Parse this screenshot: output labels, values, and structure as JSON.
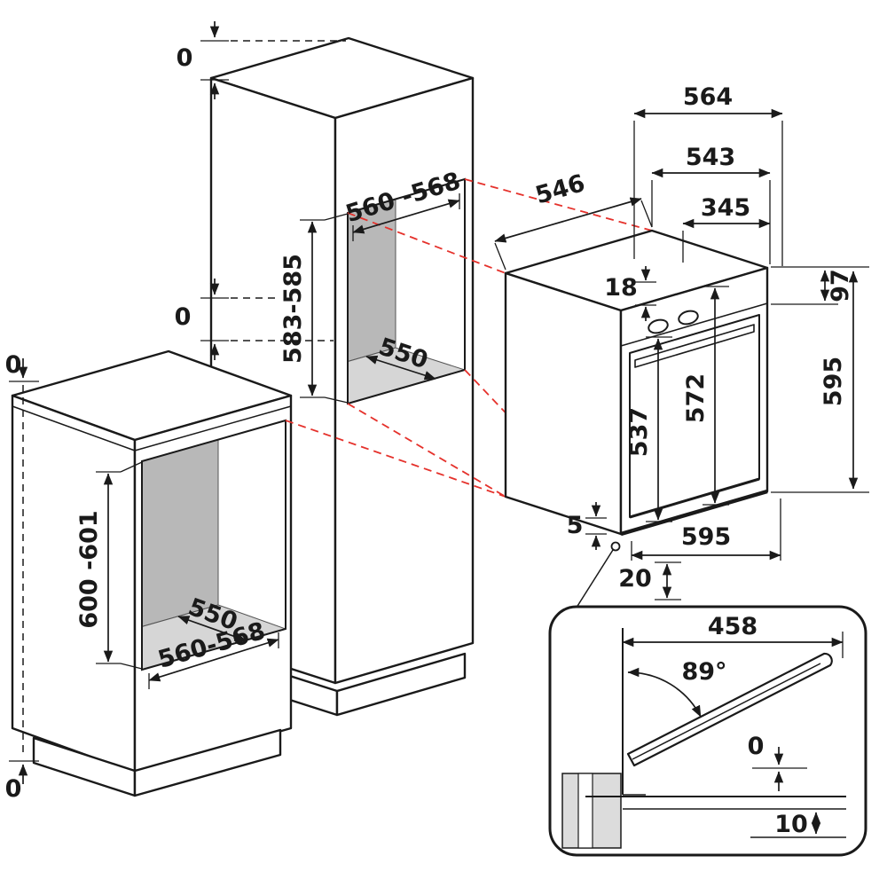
{
  "colors": {
    "line": "#1a1a1a",
    "red": "#e5312b",
    "niche_back": "#b8b8b8",
    "niche_wall": "#a2a2a2",
    "niche_ceiling": "#8f8f8f",
    "niche_floor": "#d6d6d6",
    "block": "#dcdcdc"
  },
  "labels": {
    "tall_cabinet": {
      "flush_top": "0",
      "flush_mid": "0",
      "niche_width": "560 -568",
      "niche_height": "583-585",
      "niche_depth": "550"
    },
    "base_cabinet": {
      "flush_top": "0",
      "flush_bottom": "0",
      "niche_depth": "550",
      "niche_height": "600 -601",
      "niche_width": "560-568"
    },
    "oven": {
      "depth_total": "564",
      "depth_body": "543",
      "depth_front": "345",
      "depth_side": "546",
      "panel_offset": "18",
      "panel_height": "97",
      "height_side": "595",
      "height_body": "537",
      "height_front": "572",
      "width_front": "595",
      "gap_front": "5",
      "clearance_bottom": "20"
    },
    "door_detail": {
      "door_width": "458",
      "opening_angle": "89°",
      "gap_door": "0",
      "clearance_floor": "10"
    }
  }
}
